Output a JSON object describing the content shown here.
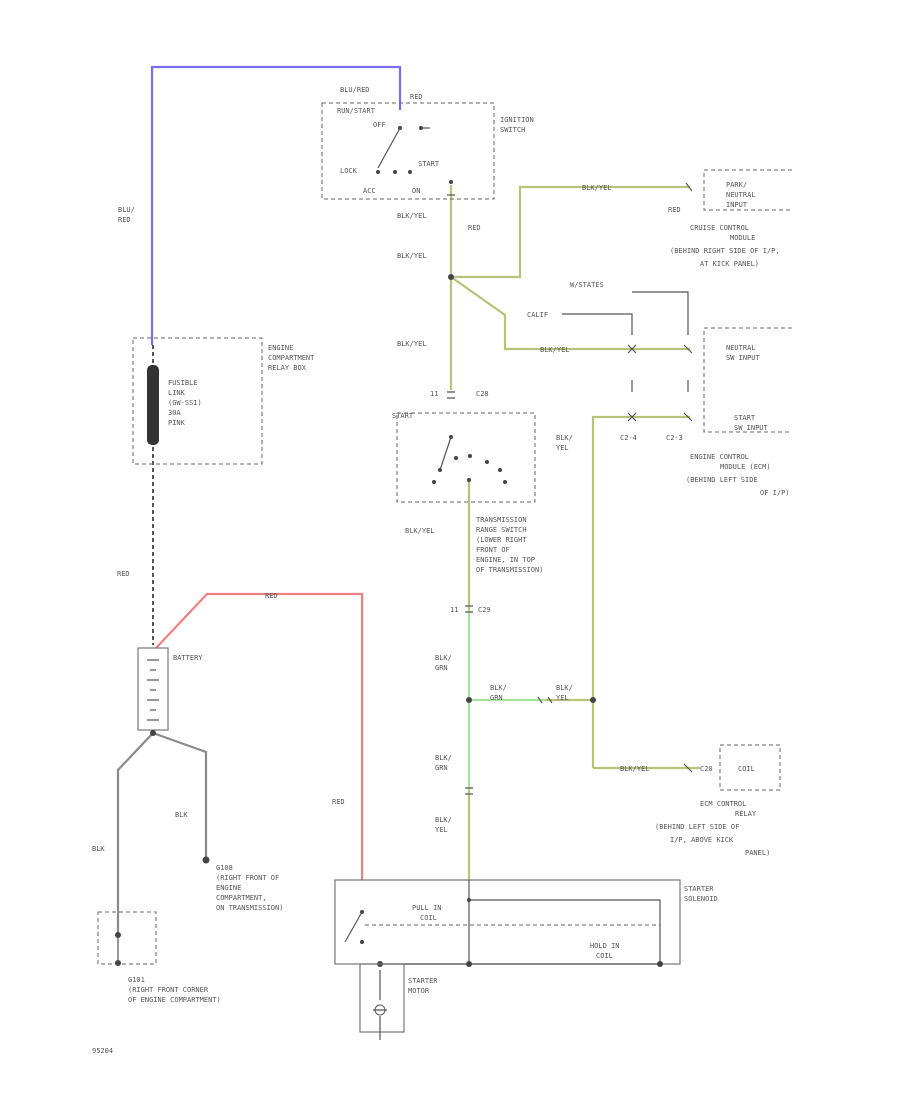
{
  "colors": {
    "blu_red": "#7b6cf0",
    "red": "#f08080",
    "blk_yel": "#b8c27a",
    "blk_grn": "#a8e0a0",
    "blk": "#8a8a8a",
    "wire_gray": "#8a8a8a",
    "outline": "#777777"
  },
  "labels": {
    "ign_blu_red": "BLU/RED",
    "ign_red": "RED",
    "ign_run_start": "RUN/START",
    "ign_off": "OFF",
    "ign_lock": "LOCK",
    "ign_start": "START",
    "ign_acc": "ACC",
    "ign_on": "ON",
    "ignition_switch": [
      "IGNITION",
      "SWITCH"
    ],
    "blu_red_wire": [
      "BLU/",
      "RED"
    ],
    "engine_box": [
      "ENGINE",
      "COMPARTMENT",
      "RELAY BOX"
    ],
    "fusible_link": [
      "FUSIBLE",
      "LINK",
      "(GW-SS1)",
      "30A",
      "PINK"
    ],
    "red_left": "RED",
    "red_top": "RED",
    "battery": "BATTERY",
    "blk_1": "BLK",
    "blk_2": "BLK",
    "g108": [
      "G108",
      "(RIGHT FRONT OF",
      "ENGINE",
      "COMPARTMENT,",
      "ON TRANSMISSION)"
    ],
    "g101": [
      "G101",
      "(RIGHT FRONT CORNER",
      "OF ENGINE COMPARTMENT)"
    ],
    "red_mid": "RED",
    "blk_yel_1": "BLK/YEL",
    "red_c1": "RED",
    "blk_yel_2": "BLK/YEL",
    "blk_yel_3": "BLK/YEL",
    "blk_yel_4": "BLK/YEL",
    "c28": "C28",
    "c28_num": "11",
    "blk_yel_5": "BLK/YEL",
    "start_label": "START",
    "trs": [
      "TRANSMISSION",
      "RANGE SWITCH",
      "(LOWER RIGHT",
      "FRONT OF",
      "ENGINE, IN TOP",
      "OF TRANSMISSION)"
    ],
    "c29": "C29",
    "c29_num": "11",
    "blk_grn_1": [
      "BLK/",
      "GRN"
    ],
    "blk_grn_2": [
      "BLK/",
      "GRN"
    ],
    "blk_yel_6": [
      "BLK/",
      "YEL"
    ],
    "blk_grn_3": [
      "BLK/",
      "GRN"
    ],
    "blk_yel_7": [
      "BLK/",
      "YEL"
    ],
    "blk_yel_8": [
      "BLK/",
      "YEL"
    ],
    "blk_yel_top": "BLK/YEL",
    "clutch_label": "RED",
    "park_neutral": [
      "PARK/",
      "NEUTRAL",
      "INPUT"
    ],
    "cruise_module": [
      "CRUISE CONTROL",
      "MODULE",
      "(BEHIND RIGHT SIDE OF I/P,",
      "AT KICK PANEL)"
    ],
    "w_states": "W/STATES",
    "calif": "CALIF",
    "blk_yel_n": "BLK/YEL",
    "neutral_sw": [
      "NEUTRAL",
      "SW INPUT"
    ],
    "start_input": [
      "START",
      "SW INPUT"
    ],
    "c2_1": "C2-4",
    "c2_2": "C2-3",
    "ecm": [
      "ENGINE CONTROL",
      "MODULE (ECM)",
      "(BEHIND LEFT SIDE",
      "OF I/P)"
    ],
    "blk_yel_coil": "BLK/YEL",
    "c20": "C20",
    "coil": "COIL",
    "relay": [
      "ECM CONTROL",
      "RELAY",
      "(BEHIND LEFT SIDE OF",
      "I/P, ABOVE KICK",
      "PANEL)"
    ],
    "starter_solenoid": [
      "STARTER",
      "SOLENOID"
    ],
    "pull_in": [
      "PULL IN",
      "COIL"
    ],
    "hold_in": [
      "HOLD IN",
      "COIL"
    ],
    "starter_motor": [
      "STARTER",
      "MOTOR"
    ],
    "diag_id": "95204"
  }
}
